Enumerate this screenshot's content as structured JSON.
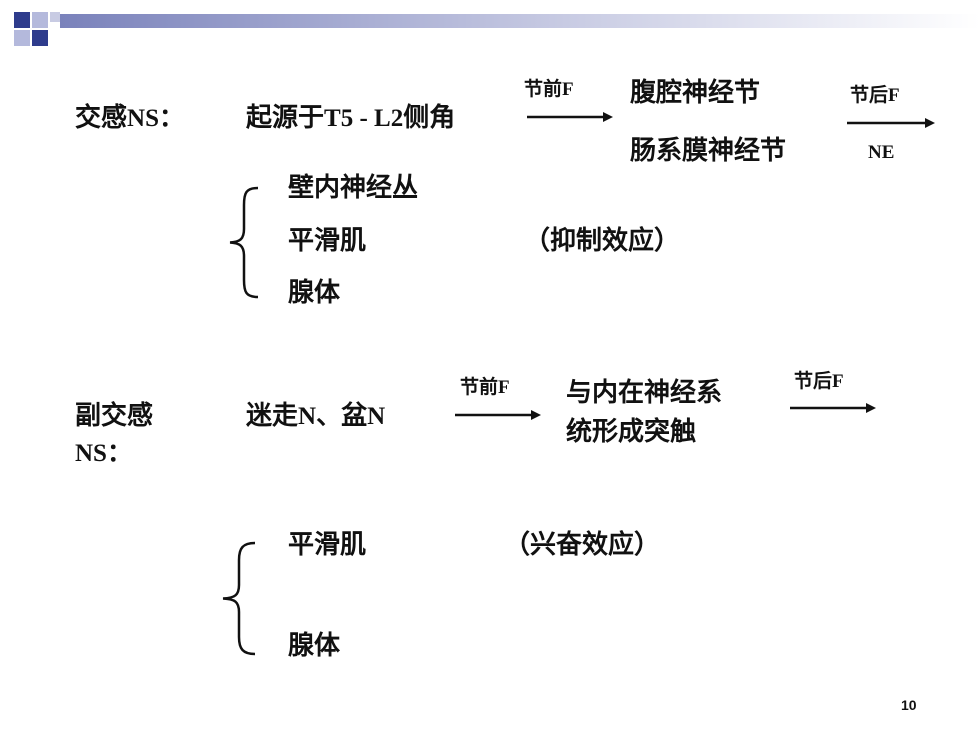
{
  "sympathetic": {
    "label_cn": "交感",
    "label_ns": "NS：",
    "origin_a": "起源于",
    "origin_b": "T5 - L2",
    "origin_c": "侧角",
    "pre_cn": "节前",
    "pre_f": "F",
    "ganglion1": "腹腔神经节",
    "ganglion2": "肠系膜神经节",
    "post_cn": "节后",
    "post_f": "F",
    "transmitter": "NE",
    "targets": [
      "壁内神经丛",
      "平滑肌",
      "腺体"
    ],
    "effect": "（抑制效应）"
  },
  "parasympathetic": {
    "label_cn": "副交感",
    "label_ns": "NS：",
    "origin_a": "迷走",
    "origin_b": "N、",
    "origin_c": "盆",
    "origin_d": "N",
    "pre_cn": "节前",
    "pre_f": "F",
    "synapse_line1": "与内在神经系",
    "synapse_line2": "统形成突触",
    "post_cn": "节后",
    "post_f": "F",
    "targets": [
      "平滑肌",
      "腺体"
    ],
    "effect": "（兴奋效应）"
  },
  "page_number": "10",
  "colors": {
    "deco_dark": "#2e3c8c",
    "deco_light": "#b4b9dc",
    "text": "#111111"
  }
}
